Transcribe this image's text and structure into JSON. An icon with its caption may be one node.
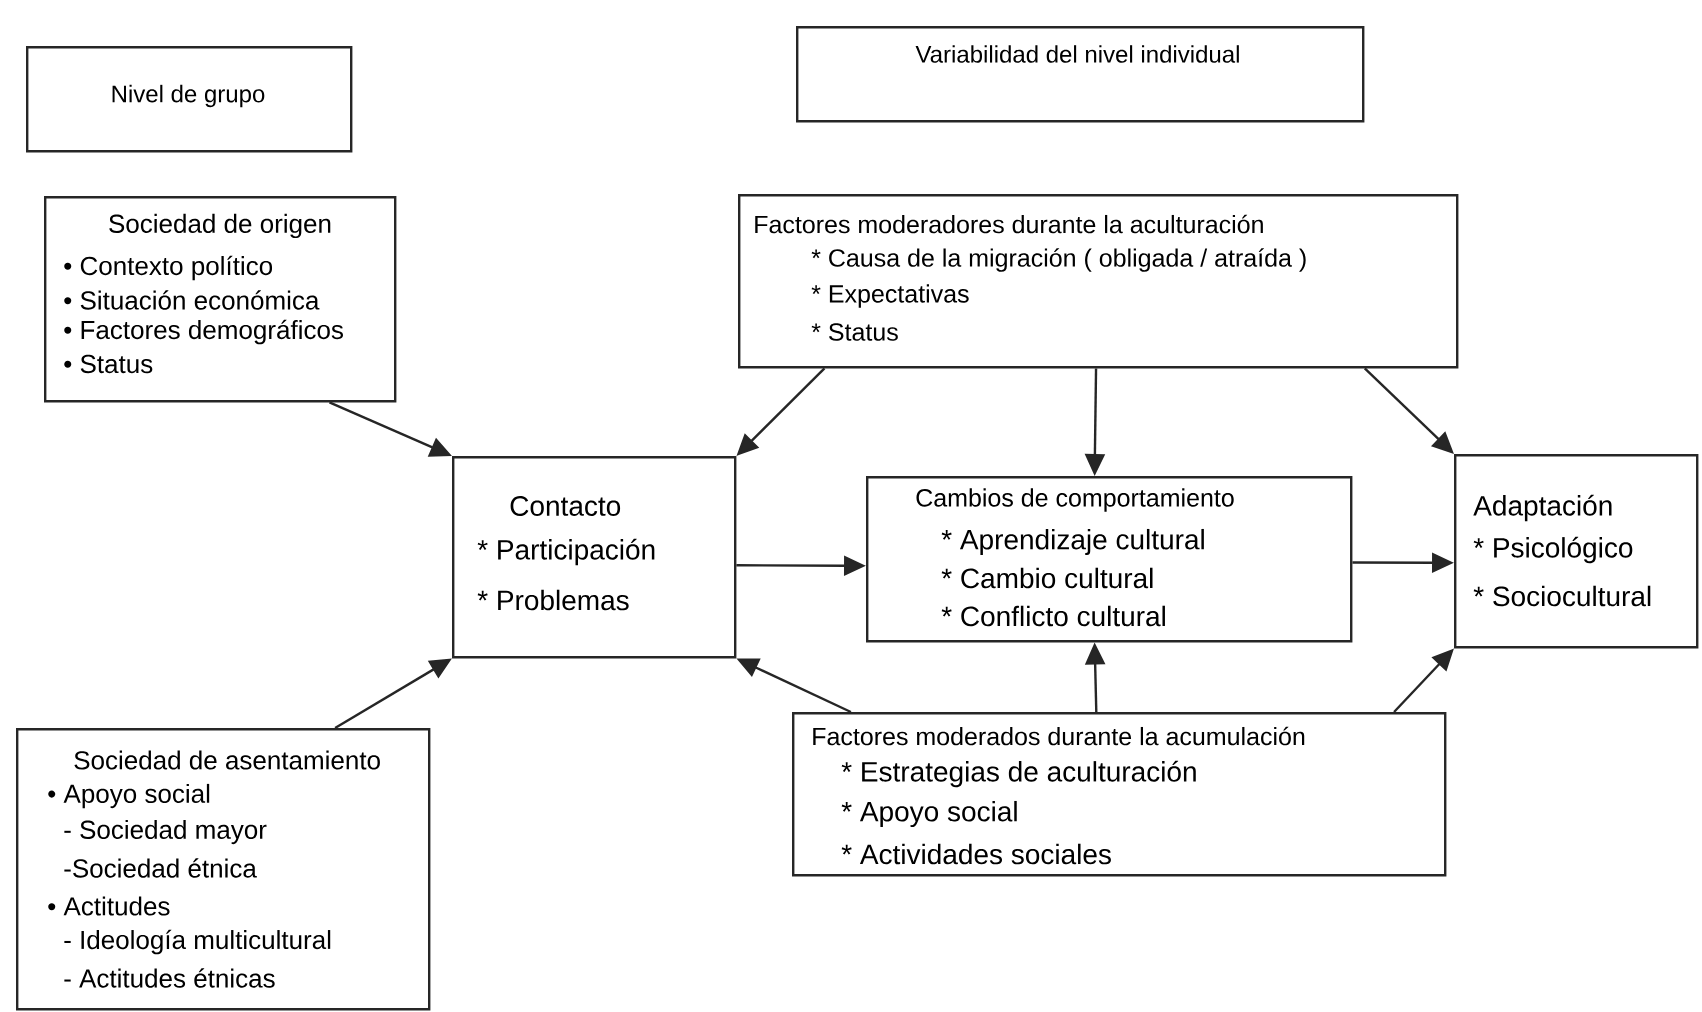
{
  "diagram": {
    "nodes": [
      {
        "text": [
          "Nivel de grupo"
        ]
      },
      {
        "text": [
          "Variabilidad del nivel individual"
        ]
      },
      {
        "text": [
          "Sociedad de origen",
          "• Contexto político",
          "• Situación económica",
          "• Factores demográficos",
          "• Status"
        ]
      },
      {
        "text": [
          "Factores moderadores durante la aculturación",
          "* Causa de la migración ( obligada / atraída )",
          "* Expectativas",
          "* Status"
        ]
      },
      {
        "text": [
          "Contacto",
          "* Participación",
          "* Problemas"
        ]
      },
      {
        "text": [
          "Cambios de comportamiento",
          "* Aprendizaje cultural",
          "* Cambio cultural",
          "* Conflicto cultural"
        ]
      },
      {
        "text": [
          "Adaptación",
          "* Psicológico",
          "* Sociocultural"
        ]
      },
      {
        "text": [
          "Sociedad de asentamiento",
          "• Apoyo social",
          "- Sociedad mayor",
          "-Sociedad étnica",
          "• Actitudes",
          "- Ideología multicultural",
          "- Actitudes étnicas"
        ]
      },
      {
        "text": [
          "Factores moderados durante la acumulación",
          "* Estrategias de aculturación",
          "* Apoyo social",
          "* Actividades sociales"
        ]
      }
    ],
    "edges": [
      {
        "from": 2,
        "to": 4,
        "arrow": "to"
      },
      {
        "from": 3,
        "to": 4,
        "arrow": "to"
      },
      {
        "from": 3,
        "to": 5,
        "arrow": "to"
      },
      {
        "from": 3,
        "to": 6,
        "arrow": "to"
      },
      {
        "from": 4,
        "to": 5,
        "arrow": "to"
      },
      {
        "from": 5,
        "to": 6,
        "arrow": "to"
      },
      {
        "from": 7,
        "to": 4,
        "arrow": "to"
      },
      {
        "from": 8,
        "to": 4,
        "arrow": "to"
      },
      {
        "from": 8,
        "to": 5,
        "arrow": "to"
      },
      {
        "from": 8,
        "to": 6,
        "arrow": "to"
      }
    ]
  }
}
